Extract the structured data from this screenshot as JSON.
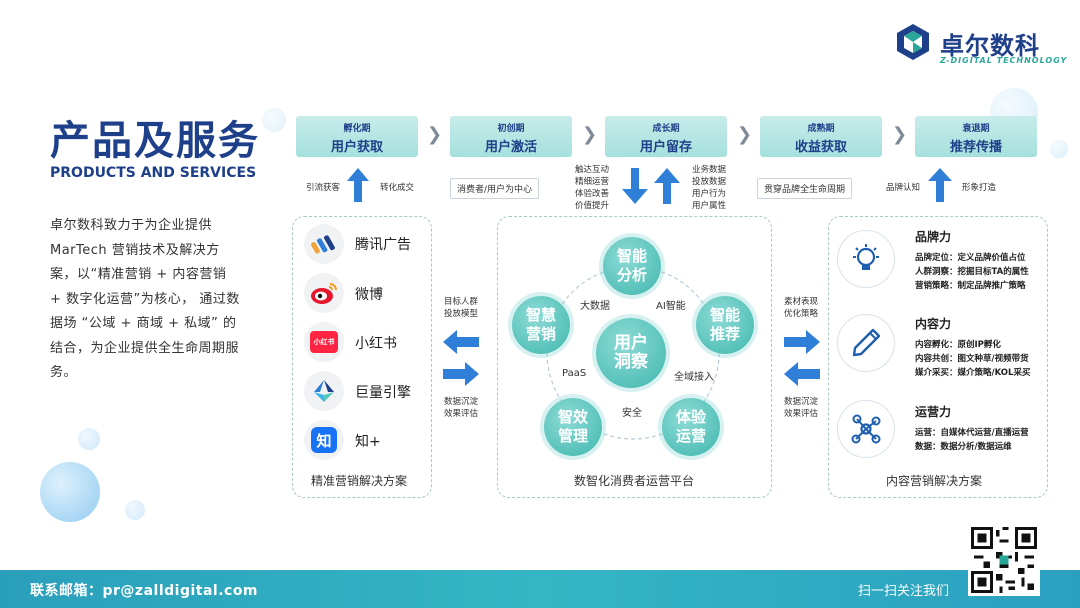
{
  "brand": {
    "name_cn": "卓尔数科",
    "name_en": "Z-DIGITAL TECHNOLOGY",
    "primary_color": "#1e3f8a",
    "accent_color": "#3eb7ae"
  },
  "header": {
    "title_cn": "产品及服务",
    "title_en": "PRODUCTS AND SERVICES"
  },
  "intro": {
    "text": "卓尔数科致力于为企业提供MarTech 营销技术及解决方案，以“精准营销 + 内容营销 + 数字化运营”为核心， 通过数据场 “公域 + 商域 + 私域” 的结合，为企业提供全生命周期服务。"
  },
  "stages": [
    {
      "period": "孵化期",
      "name": "用户获取"
    },
    {
      "period": "初创期",
      "name": "用户激活"
    },
    {
      "period": "成长期",
      "name": "用户留存"
    },
    {
      "period": "成熟期",
      "name": "收益获取"
    },
    {
      "period": "衰退期",
      "name": "推荐传播"
    }
  ],
  "stage_notes": {
    "acquire_left": "引流获客",
    "acquire_right": "转化成交",
    "activate": "消费者/用户为中心",
    "retain_left": [
      "触达互动",
      "精细运营",
      "体验改善",
      "价值提升"
    ],
    "retain_right": [
      "业务数据",
      "投放数据",
      "用户行为",
      "用户属性"
    ],
    "revenue": "贯穿品牌全生命周期",
    "spread_left": "品牌认知",
    "spread_right": "形象打造"
  },
  "left_panel": {
    "title": "精准营销解决方案",
    "channels": [
      {
        "label": "腾讯广告",
        "icon": "tencent-ads-icon"
      },
      {
        "label": "微博",
        "icon": "weibo-icon"
      },
      {
        "label": "小红书",
        "icon": "xiaohongshu-icon",
        "icon_text": "小红书"
      },
      {
        "label": "巨量引擎",
        "icon": "ocean-engine-icon"
      },
      {
        "label": "知+",
        "icon": "zhihu-icon",
        "icon_text": "知"
      }
    ],
    "arrow_top_note": [
      "目标人群",
      "投放模型"
    ],
    "arrow_bottom_note": [
      "数据沉淀",
      "效果评估"
    ]
  },
  "center_panel": {
    "title": "数智化消费者运营平台",
    "core": [
      "用户",
      "洞察"
    ],
    "nodes": [
      {
        "line1": "智能",
        "line2": "分析"
      },
      {
        "line1": "智能",
        "line2": "推荐"
      },
      {
        "line1": "体验",
        "line2": "运营"
      },
      {
        "line1": "智效",
        "line2": "管理"
      },
      {
        "line1": "智慧",
        "line2": "营销"
      }
    ],
    "ring_labels": [
      "大数据",
      "AI智能",
      "全域接入",
      "安全",
      "PaaS"
    ]
  },
  "right_panel": {
    "title": "内容营销解决方案",
    "arrow_top_note": [
      "素材表现",
      "优化策略"
    ],
    "arrow_bottom_note": [
      "数据沉淀",
      "效果评估"
    ],
    "groups": [
      {
        "heading": "品牌力",
        "icon": "lightbulb-icon",
        "lines": [
          "品牌定位：定义品牌价值占位",
          "人群洞察：挖掘目标TA的属性",
          "营销策略：制定品牌推广策略"
        ]
      },
      {
        "heading": "内容力",
        "icon": "pencil-icon",
        "lines": [
          "内容孵化：原创IP孵化",
          "内容共创：图文种草/视频带货",
          "媒介采买：媒介策略/KOL采买"
        ]
      },
      {
        "heading": "运营力",
        "icon": "network-icon",
        "lines": [
          "运营：自媒体代运营/直播运营",
          "数据：数据分析/数据运维"
        ]
      }
    ]
  },
  "footer": {
    "contact": "联系邮箱：pr@zalldigital.com",
    "scan_label": "扫一扫关注我们"
  }
}
